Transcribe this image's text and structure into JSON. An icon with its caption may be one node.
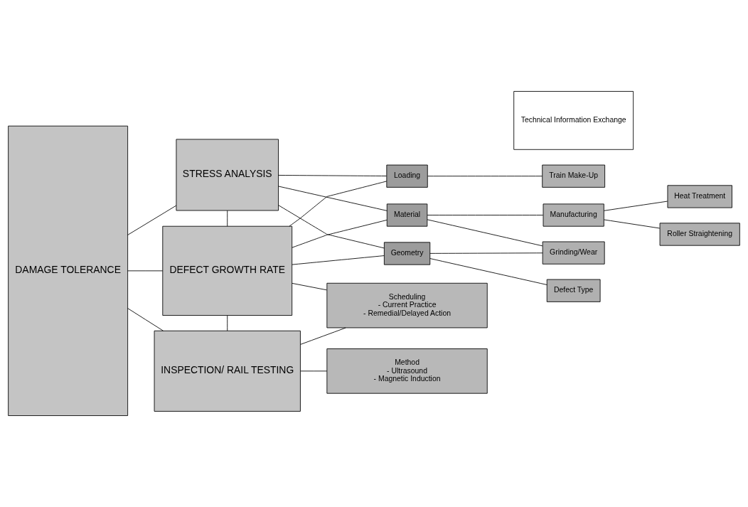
{
  "diagram": {
    "nodes": [
      {
        "text": [
          "DAMAGE TOLERANCE"
        ]
      },
      {
        "text": [
          "STRESS ANALYSIS"
        ]
      },
      {
        "text": [
          "DEFECT GROWTH RATE"
        ]
      },
      {
        "text": [
          "INSPECTION/ RAIL TESTING"
        ]
      },
      {
        "text": [
          "Material"
        ]
      },
      {
        "text": [
          "Manufacturing"
        ]
      },
      {
        "text": [
          "Heat Treatment"
        ]
      },
      {
        "text": [
          "Roller Straightening"
        ]
      },
      {
        "text": [
          "Loading"
        ]
      },
      {
        "text": [
          "Train Make-Up"
        ]
      },
      {
        "text": [
          "Geometry"
        ]
      },
      {
        "text": [
          "Grinding/Wear"
        ]
      },
      {
        "text": [
          "Defect Type"
        ]
      },
      {
        "text": [
          "Scheduling",
          "- Current Practice",
          "- Remedial/Delayed Action"
        ]
      },
      {
        "text": [
          "Method",
          "- Ultrasound",
          "- Magnetic Induction"
        ]
      },
      {
        "text": [
          "Technical Information Exchange"
        ]
      }
    ],
    "edges": [
      {
        "from": 0,
        "to": 1,
        "arrow": "none"
      },
      {
        "from": 0,
        "to": 2,
        "arrow": "none"
      },
      {
        "from": 0,
        "to": 3,
        "arrow": "none"
      },
      {
        "from": 1,
        "to": 2,
        "arrow": "none"
      },
      {
        "from": 2,
        "to": 3,
        "arrow": "none"
      },
      {
        "from": 1,
        "to": 4,
        "arrow": "none"
      },
      {
        "from": 1,
        "to": 8,
        "arrow": "none"
      },
      {
        "from": 1,
        "to": 10,
        "arrow": "none"
      },
      {
        "from": 2,
        "to": 4,
        "arrow": "none"
      },
      {
        "from": 2,
        "to": 8,
        "arrow": "none"
      },
      {
        "from": 2,
        "to": 10,
        "arrow": "none"
      },
      {
        "from": 4,
        "to": 5,
        "arrow": "none"
      },
      {
        "from": 5,
        "to": 6,
        "arrow": "none"
      },
      {
        "from": 5,
        "to": 7,
        "arrow": "none"
      },
      {
        "from": 4,
        "to": 11,
        "arrow": "none"
      },
      {
        "from": 8,
        "to": 9,
        "arrow": "none"
      },
      {
        "from": 10,
        "to": 11,
        "arrow": "none"
      },
      {
        "from": 10,
        "to": 12,
        "arrow": "none"
      },
      {
        "from": 2,
        "to": 13,
        "arrow": "none"
      },
      {
        "from": 3,
        "to": 13,
        "arrow": "none"
      },
      {
        "from": 3,
        "to": 14,
        "arrow": "none"
      }
    ]
  }
}
